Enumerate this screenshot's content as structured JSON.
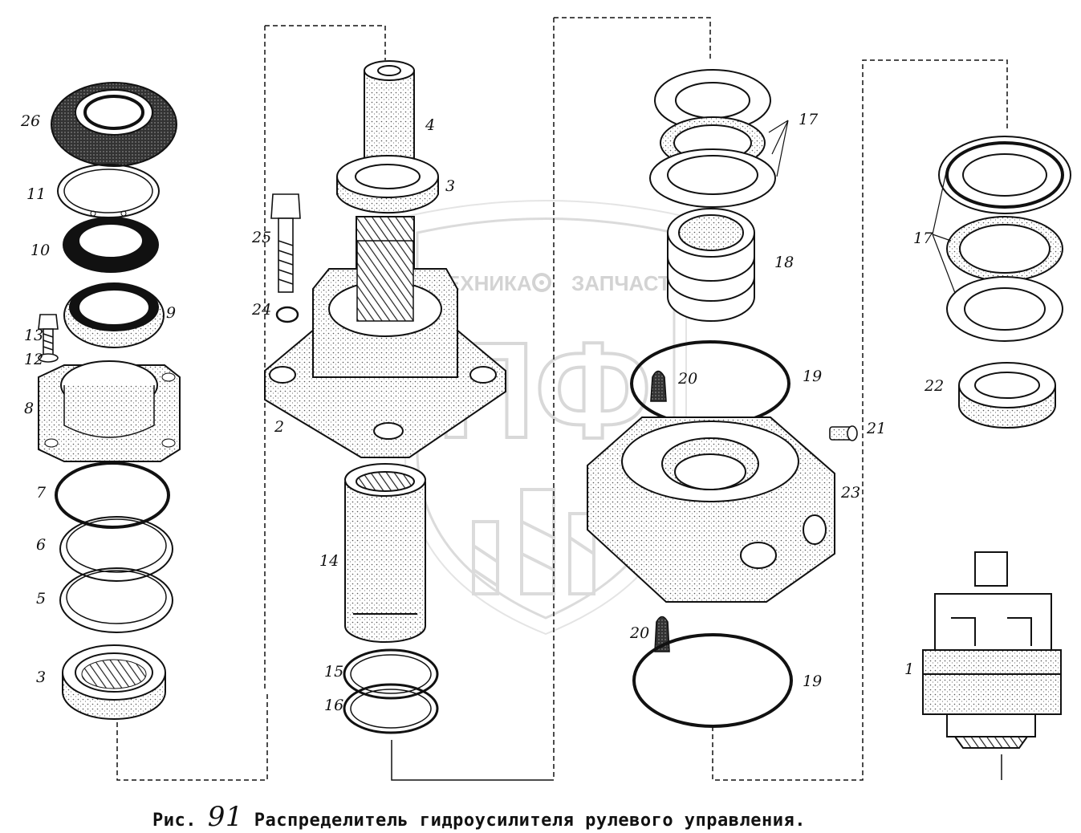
{
  "watermark": {
    "left_word": "ТЕХНИКА",
    "right_word": "ЗАПЧАСТИ",
    "monogram": "ПФ"
  },
  "labels": {
    "l26": "26",
    "l11": "11",
    "l10": "10",
    "l9": "9",
    "l13": "13",
    "l12": "12",
    "l8": "8",
    "l7": "7",
    "l6": "6",
    "l5": "5",
    "l3_left": "3",
    "l25": "25",
    "l24": "24",
    "l4": "4",
    "l3_mid": "3",
    "l2": "2",
    "l14": "14",
    "l15": "15",
    "l16": "16",
    "l17_top": "17",
    "l18": "18",
    "l19_top": "19",
    "l20_top": "20",
    "l21": "21",
    "l23": "23",
    "l20_bottom": "20",
    "l19_bottom": "19",
    "l17_right": "17",
    "l22": "22",
    "l1": "1"
  },
  "caption": {
    "prefix": "Рис.",
    "number": "91",
    "text": "Распределитель гидроусилителя рулевого управления."
  }
}
